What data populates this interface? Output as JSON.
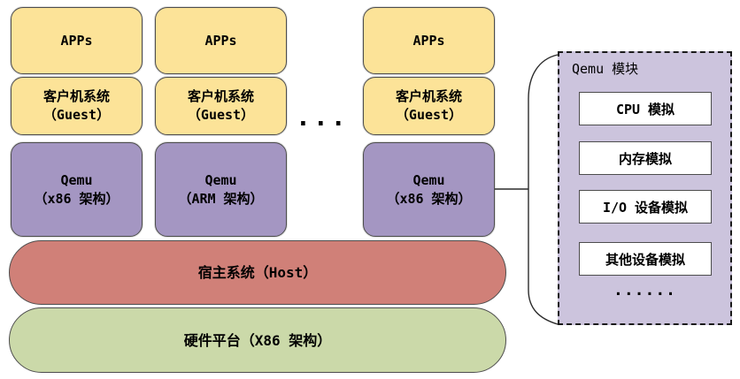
{
  "stack": {
    "columns": [
      {
        "apps_label": "APPs",
        "guest_line1": "客户机系统",
        "guest_line2": "（Guest）",
        "qemu_line1": "Qemu",
        "qemu_line2": "（x86 架构）"
      },
      {
        "apps_label": "APPs",
        "guest_line1": "客户机系统",
        "guest_line2": "（Guest）",
        "qemu_line1": "Qemu",
        "qemu_line2": "（ARM 架构）"
      },
      {
        "apps_label": "APPs",
        "guest_line1": "客户机系统",
        "guest_line2": "（Guest）",
        "qemu_line1": "Qemu",
        "qemu_line2": "（x86 架构）"
      }
    ],
    "columns_ellipsis": "...",
    "host_label": "宿主系统（Host）",
    "hardware_label": "硬件平台（X86 架构）"
  },
  "qemu_panel": {
    "title": "Qemu 模块",
    "modules": [
      "CPU 模拟",
      "内存模拟",
      "I/O 设备模拟",
      "其他设备模拟"
    ],
    "more_label": "......"
  },
  "colors": {
    "apps_fill": "#FCE398",
    "guest_fill": "#FCE398",
    "qemu_fill": "#A496C2",
    "host_fill": "#D08078",
    "hardware_fill": "#CBD9A9",
    "panel_fill": "#CCC4DD",
    "module_fill": "#FFFFFF",
    "border": "#4D4D4D",
    "connector": "#2B2B2B"
  }
}
